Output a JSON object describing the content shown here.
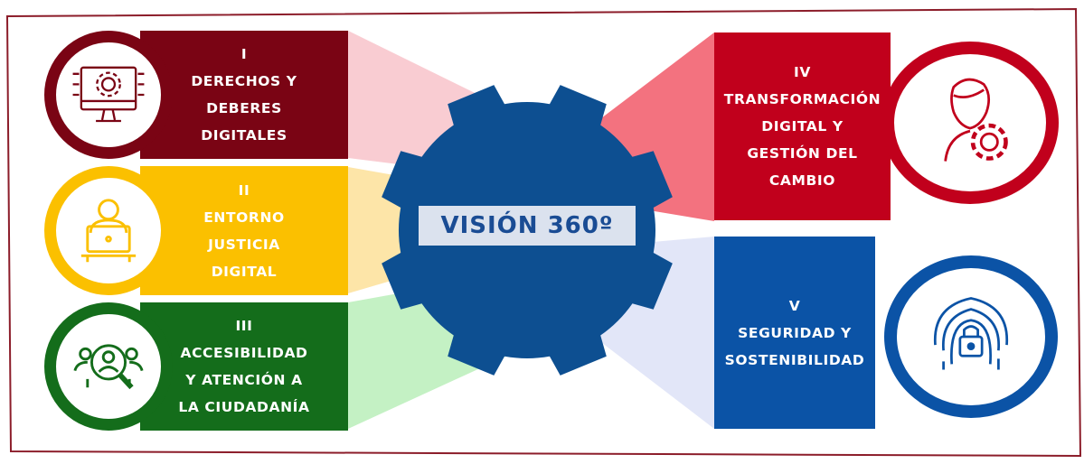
{
  "center": {
    "label": "VISIÓN 360º"
  },
  "pillars": [
    {
      "numeral": "I",
      "lines": [
        "DERECHOS Y",
        "DEBERES",
        "DIGITALES"
      ],
      "color": "#7a0414",
      "icon": "monitor-gear-icon"
    },
    {
      "numeral": "II",
      "lines": [
        "ENTORNO",
        "JUSTICIA",
        "DIGITAL"
      ],
      "color": "#fbc000",
      "icon": "person-laptop-icon"
    },
    {
      "numeral": "III",
      "lines": [
        "ACCESIBILIDAD",
        "Y ATENCIÓN A",
        "LA CIUDADANÍA"
      ],
      "color": "#146d1b",
      "icon": "people-search-icon"
    },
    {
      "numeral": "IV",
      "lines": [
        "TRANSFORMACIÓN",
        "DIGITAL Y",
        "GESTIÓN DEL",
        "CAMBIO"
      ],
      "color": "#c1001c",
      "icon": "person-gear-icon"
    },
    {
      "numeral": "V",
      "lines": [
        "SEGURIDAD Y",
        "SOSTENIBILIDAD"
      ],
      "color": "#0b53a6",
      "icon": "fingerprint-lock-icon"
    }
  ]
}
